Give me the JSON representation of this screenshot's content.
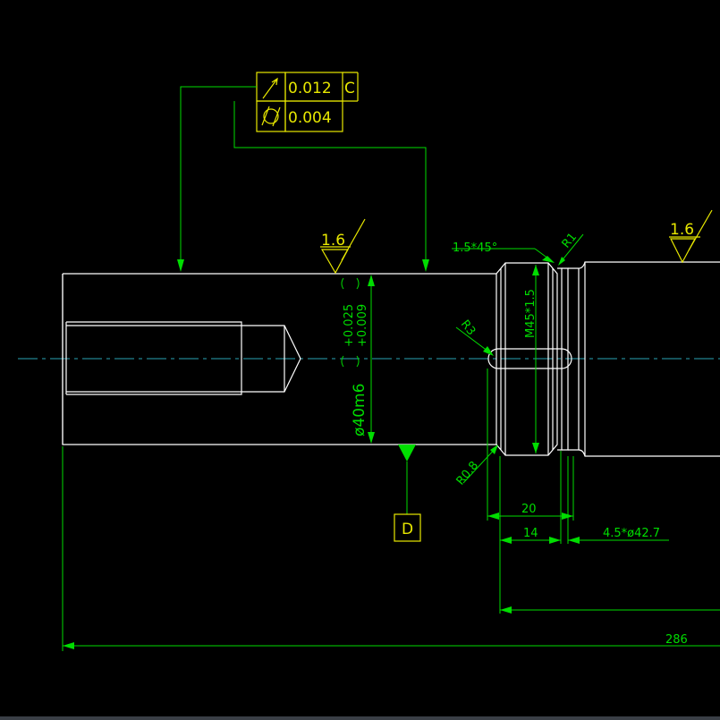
{
  "feature_control_frames": {
    "runout": {
      "value": "0.012",
      "datum": "C"
    },
    "cylindricity": {
      "value": "0.004"
    }
  },
  "roughness": {
    "left": "1.6",
    "right": "1.6"
  },
  "datum_label": "D",
  "diameter_callout": {
    "main": "ø40m6",
    "upper": "+0.025",
    "lower": "+0.009"
  },
  "labels": {
    "chamfer": "1.5*45°",
    "radius_r1": "R1",
    "radius_r3": "R3",
    "radius_r08": "R0.8",
    "thread": "M45*1.5",
    "dim_20": "20",
    "dim_14": "14",
    "groove": "4.5*ø42.7",
    "dim_286": "286"
  },
  "colors": {
    "outline": "#ffffff",
    "dimension": "#00dd00",
    "annotation": "#e8e800",
    "centerline": "#2aa3b5"
  }
}
